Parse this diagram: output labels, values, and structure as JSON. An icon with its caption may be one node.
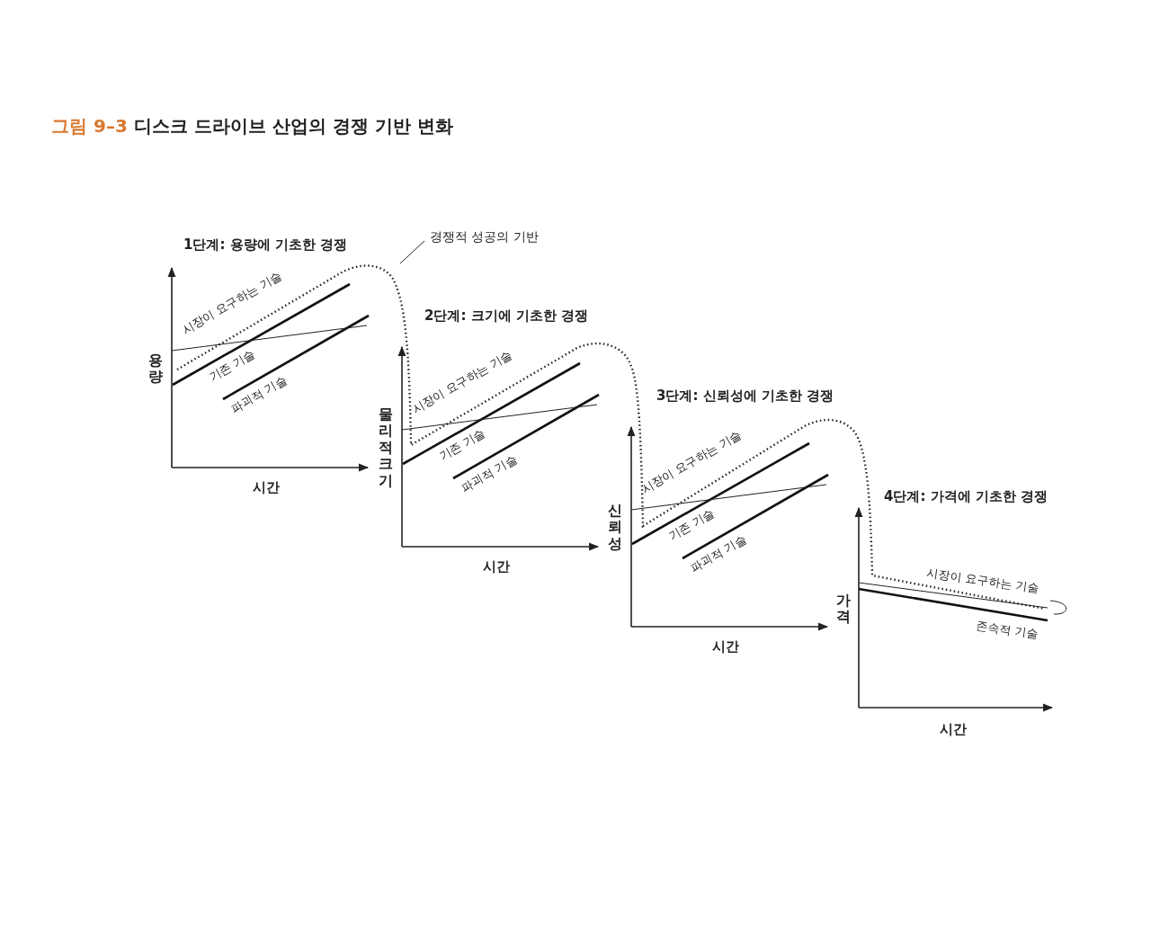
{
  "diagram": {
    "title": "그림 9–3 디스크 드라이브 산업의 경쟁 기반 변화",
    "nodes": [
      {
        "text": [
          "경쟁적 성공의 기반"
        ]
      },
      {
        "text": [],
        "shape": "line"
      }
    ],
    "edges": [
      {
        "from": 0,
        "to": 1,
        "arrow": "none"
      }
    ],
    "labels": [
      "1단계: 용량에 기초한 경쟁",
      "시장이 요구하는 기술",
      "용량",
      "기존 기술",
      "파괴적 기술",
      "시간",
      "2단계: 크기에 기초한 경쟁",
      "시장이 요구하는 기술",
      "물리적 크기",
      "기존 기술",
      "파괴적 기술",
      "시간",
      "3단계: 신뢰성에 기초한 경쟁",
      "시장이 요구하는 기술",
      "신뢰성",
      "기존 기술",
      "파괴적 기술",
      "시간",
      "4단계: 가격에 기초한 경쟁",
      "시장이 요구하는 기술",
      "가격",
      "존속적 기술",
      "시간"
    ]
  }
}
